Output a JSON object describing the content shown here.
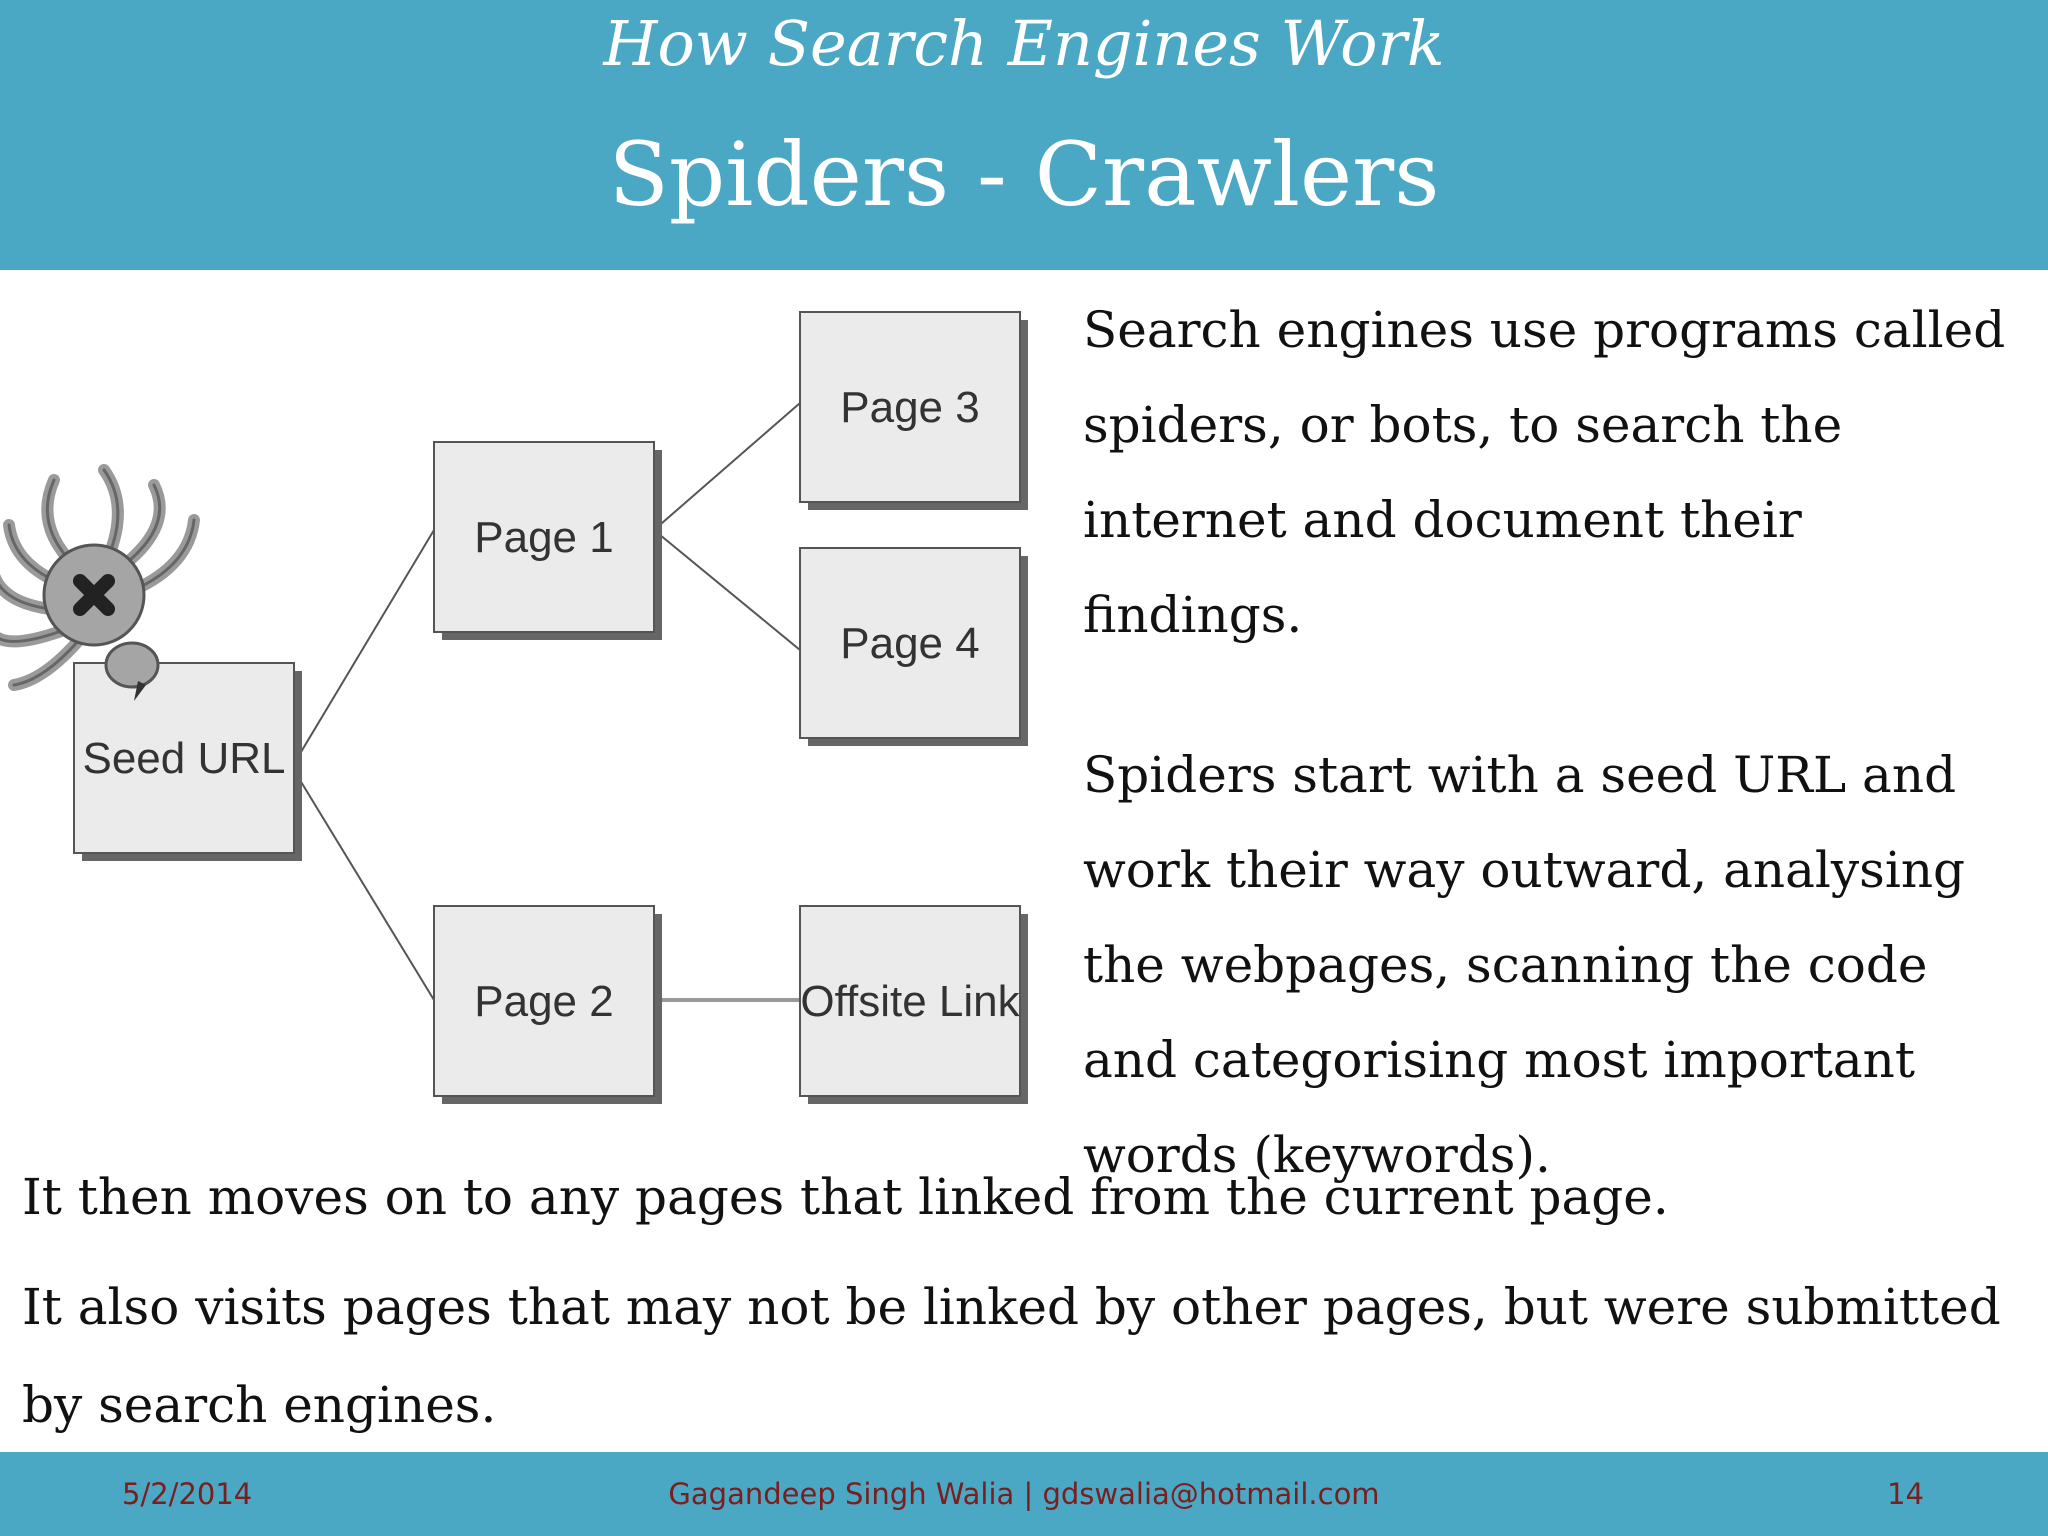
{
  "slide": {
    "subtitle": "How Search Engines Work",
    "title": "Spiders - Crawlers"
  },
  "diagram": {
    "boxes": {
      "seed": "Seed URL",
      "page1": "Page 1",
      "page2": "Page 2",
      "page3": "Page 3",
      "page4": "Page 4",
      "offsite": "Offsite Link"
    }
  },
  "body": {
    "paragraph1": "Search engines use programs called spiders, or bots, to search the internet and document their findings.",
    "paragraph2": "Spiders start with a seed URL and work their way outward, analysing the webpages, scanning the code and categorising most important words (keywords).",
    "paragraph3": "It then moves on to any pages that linked from the current page.",
    "paragraph4": "It also visits pages that may not be linked by other pages, but were submitted by search engines."
  },
  "footer": {
    "date": "5/2/2014",
    "author": "Gagandeep Singh Walia  |  gdswalia@hotmail.com",
    "page_number": "14"
  },
  "colors": {
    "header_bar": "#4aa8c4",
    "footer_text": "#7a1e1e"
  }
}
